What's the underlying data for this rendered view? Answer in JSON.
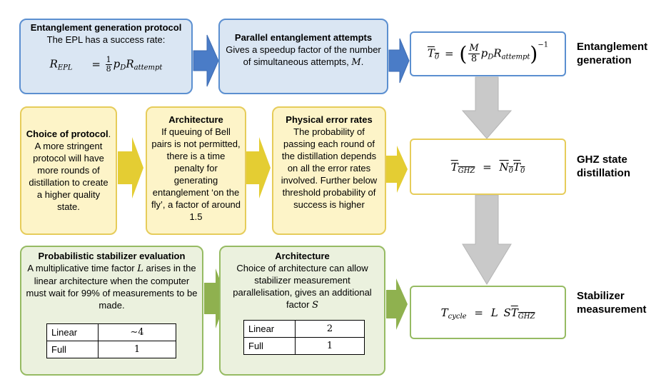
{
  "row1": {
    "box1": {
      "title": "Entanglement generation protocol",
      "text": "The EPL has a success rate:",
      "formula": {
        "lhs": "R",
        "lhs_sub": "EPL",
        "eq": "=",
        "frac_num": "1",
        "frac_den": "8",
        "p": "p",
        "p_sub": "D",
        "r": "R",
        "r_sub": "attempt"
      }
    },
    "box2": {
      "title": "Parallel entanglement attempts",
      "text": "Gives a speedup factor of the number of simultaneous attempts,",
      "var": "M",
      "end": "."
    },
    "result": {
      "t": "T",
      "t_sub": "0",
      "eq": "=",
      "m": "M",
      "den": "8",
      "p": "p",
      "p_sub": "D",
      "r": "R",
      "r_sub": "attempt",
      "exp": "−1"
    },
    "stage": [
      "Entanglement",
      "generation"
    ]
  },
  "row2": {
    "box1": {
      "title": "Choice of protocol",
      "title_end": ".",
      "text": "A more stringent protocol will have more rounds of distillation to create a higher quality state."
    },
    "box2": {
      "title": "Architecture",
      "text": "If queuing of Bell pairs is not permitted, there is a time penalty for generating entanglement ‘on the fly’, a factor of around 1.5"
    },
    "box3": {
      "title": "Physical error rates",
      "text": "The probability of passing each round of the distillation depends on all the error rates involved. Further below threshold probability of success is higher"
    },
    "result": {
      "t": "T",
      "t_sub": "GHZ",
      "eq": "=",
      "n": "N",
      "n_sub": "0",
      "t2": "T",
      "t2_sub": "0"
    },
    "stage": [
      "GHZ state",
      "distillation"
    ]
  },
  "row3": {
    "box1": {
      "title": "Probabilistic stabilizer evaluation",
      "text_a": "A multiplicative time factor",
      "var": "L",
      "text_b": "arises in the linear architecture when the computer must wait for 99% of measurements to be made.",
      "table": [
        {
          "label": "Linear",
          "value": "∼4"
        },
        {
          "label": "Full",
          "value": "1"
        }
      ]
    },
    "box2": {
      "title": "Architecture",
      "text": "Choice of architecture can allow stabilizer measurement parallelisation, gives an additional factor",
      "var": "S",
      "table": [
        {
          "label": "Linear",
          "value": "2"
        },
        {
          "label": "Full",
          "value": "1"
        }
      ]
    },
    "result": {
      "t": "T",
      "t_sub": "cycle",
      "eq": "=",
      "l": "L",
      "s": "S",
      "t2": "T",
      "t2_sub": "GHZ"
    },
    "stage": [
      "Stabilizer",
      "measurement"
    ]
  },
  "colors": {
    "blue_fill": "#dae6f3",
    "blue_border": "#5b8fd0",
    "blue_arrow": "#4a7cc7",
    "yellow_fill": "#fdf4c8",
    "yellow_border": "#e6cc5a",
    "yellow_arrow": "#e4cd33",
    "green_fill": "#ebf1de",
    "green_border": "#96bb63",
    "green_arrow": "#8fb14f",
    "gray_arrow": "#c9c9c9"
  }
}
